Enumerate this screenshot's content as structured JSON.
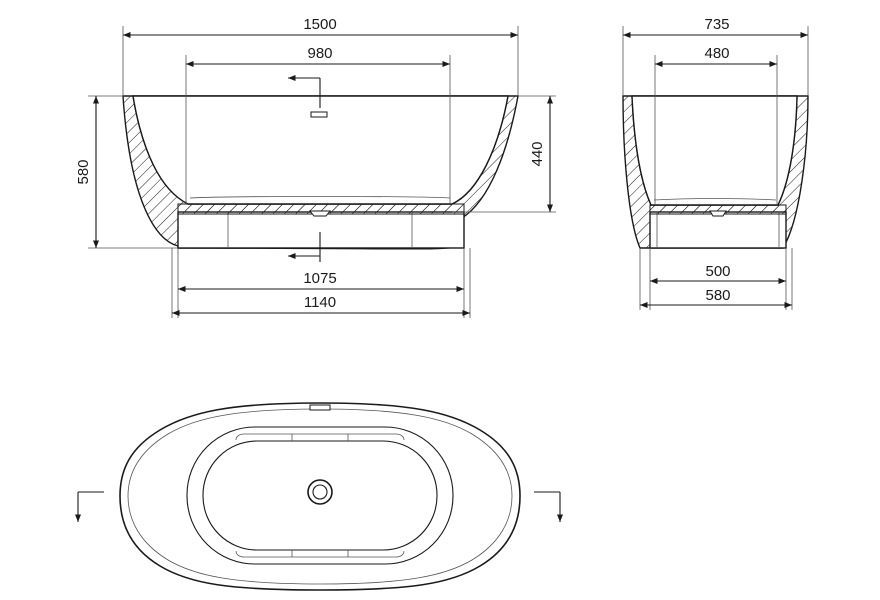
{
  "drawing": {
    "side_view": {
      "dims": {
        "overall_length": "1500",
        "inner_length": "980",
        "overall_height": "580",
        "inner_depth": "440",
        "base_inner_length": "1075",
        "base_outer_length": "1140"
      }
    },
    "end_view": {
      "dims": {
        "overall_width": "735",
        "inner_width": "480",
        "base_inner_width": "500",
        "base_outer_width": "580"
      }
    },
    "top_view": {
      "section_marks": 2
    }
  }
}
